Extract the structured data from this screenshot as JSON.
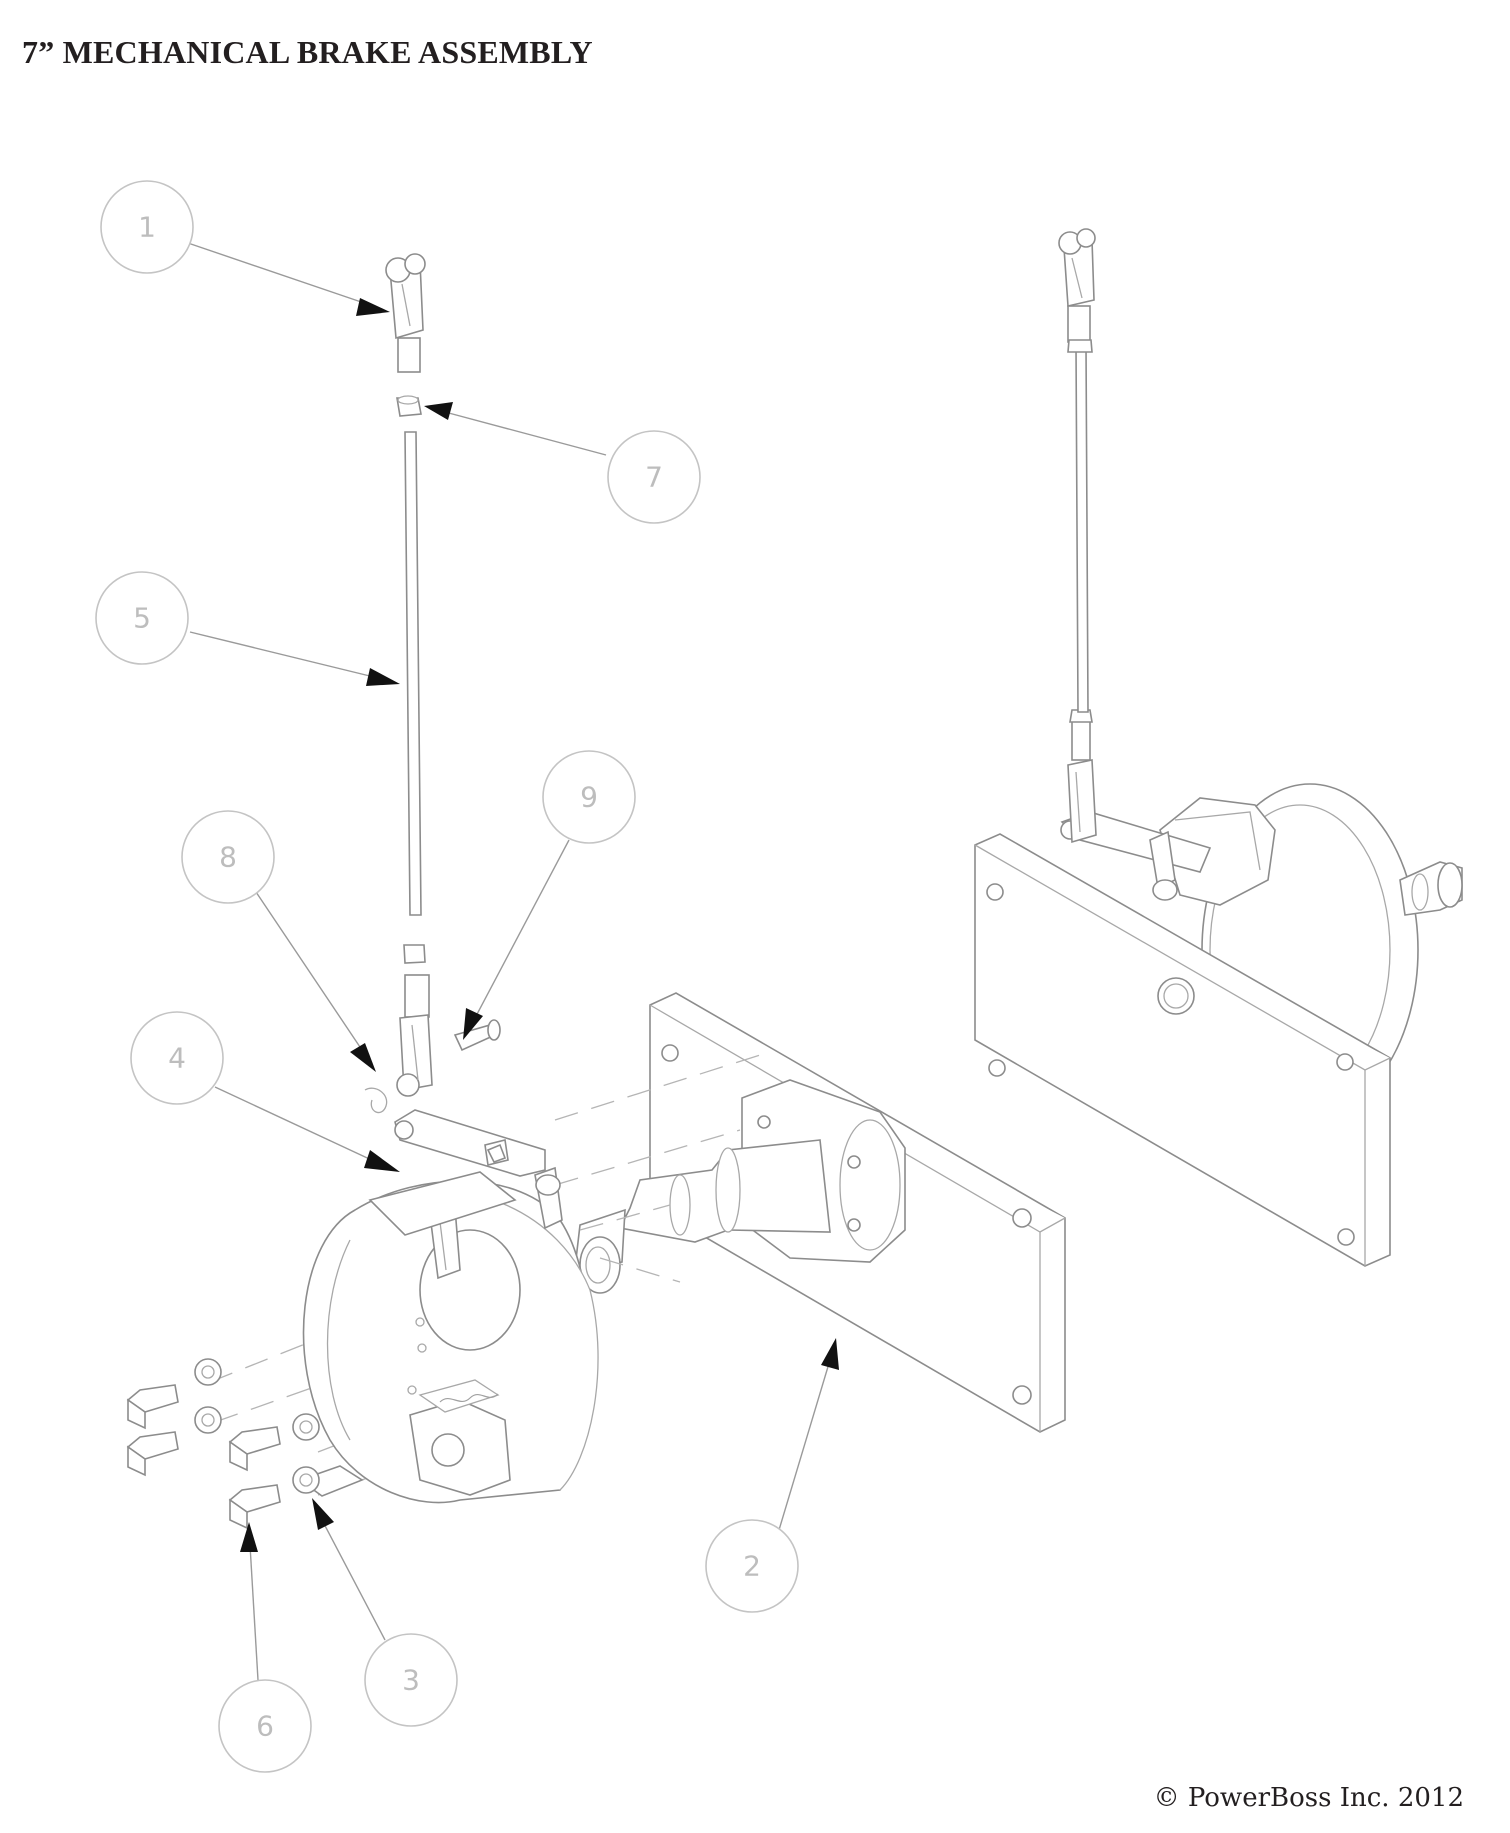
{
  "title": "7” MECHANICAL BRAKE ASSEMBLY",
  "copyright": "© PowerBoss Inc. 2012",
  "callouts": [
    {
      "id": "1",
      "label": "1"
    },
    {
      "id": "7",
      "label": "7"
    },
    {
      "id": "5",
      "label": "5"
    },
    {
      "id": "9",
      "label": "9"
    },
    {
      "id": "8",
      "label": "8"
    },
    {
      "id": "4",
      "label": "4"
    },
    {
      "id": "2",
      "label": "2"
    },
    {
      "id": "3",
      "label": "3"
    },
    {
      "id": "6",
      "label": "6"
    }
  ],
  "colors": {
    "line": "#8c8c8c",
    "balloon": "#c4c4c4",
    "arrow": "#111111",
    "text": "#231f20"
  }
}
